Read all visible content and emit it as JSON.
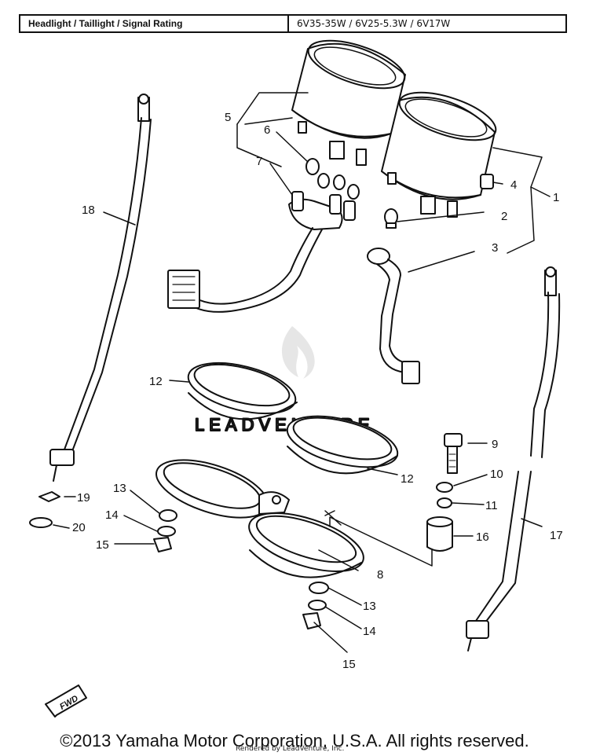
{
  "spec": {
    "label": "Headlight / Taillight / Signal Rating",
    "value": "6V35-35W / 6V25-5.3W / 6V17W"
  },
  "callouts": [
    {
      "id": "1",
      "text": "1"
    },
    {
      "id": "2",
      "text": "2"
    },
    {
      "id": "3",
      "text": "3"
    },
    {
      "id": "4",
      "text": "4"
    },
    {
      "id": "5",
      "text": "5"
    },
    {
      "id": "6",
      "text": "6"
    },
    {
      "id": "7",
      "text": "7"
    },
    {
      "id": "8",
      "text": "8"
    },
    {
      "id": "9",
      "text": "9"
    },
    {
      "id": "10",
      "text": "10"
    },
    {
      "id": "11",
      "text": "11"
    },
    {
      "id": "12a",
      "text": "12"
    },
    {
      "id": "12b",
      "text": "12"
    },
    {
      "id": "13a",
      "text": "13"
    },
    {
      "id": "13b",
      "text": "13"
    },
    {
      "id": "14a",
      "text": "14"
    },
    {
      "id": "14b",
      "text": "14"
    },
    {
      "id": "15a",
      "text": "15"
    },
    {
      "id": "15b",
      "text": "15"
    },
    {
      "id": "16",
      "text": "16"
    },
    {
      "id": "17",
      "text": "17"
    },
    {
      "id": "18",
      "text": "18"
    },
    {
      "id": "19",
      "text": "19"
    },
    {
      "id": "20",
      "text": "20"
    }
  ],
  "fwd_label": "FWD",
  "watermark": "LEADVENTURE",
  "copyright": "©2013 Yamaha Motor Corporation, U.S.A. All rights reserved.",
  "rendered_by": "Rendered by LeadVenture, Inc."
}
